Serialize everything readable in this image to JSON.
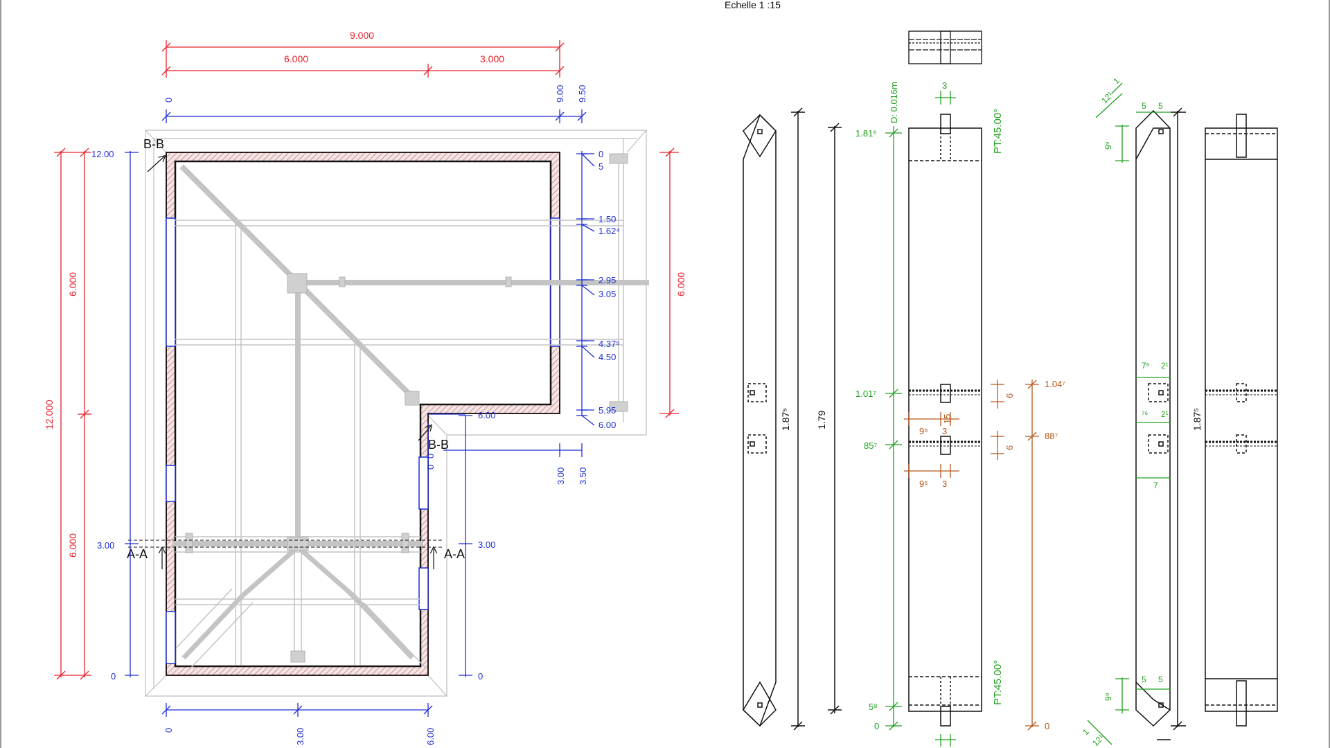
{
  "scale_label": "Echelle 1 :15",
  "colors": {
    "red": "#e8202a",
    "blue": "#1f2fd6",
    "green": "#1fa11f",
    "brown": "#b5571a",
    "grey": "#b8b8b8",
    "hatch": "#c0392b",
    "black": "#111111"
  },
  "plan": {
    "top_dims": {
      "overall": "9.000",
      "part_a": "6.000",
      "part_b": "3.000"
    },
    "top_ticks": [
      "0",
      "9.00",
      "9.50"
    ],
    "left_red": {
      "overall": "12.000",
      "upper": "6.000",
      "lower": "6.000"
    },
    "left_blue": {
      "top": "12.00",
      "mid": "3.00",
      "bottom": "0"
    },
    "right_red": "6.000",
    "right_ticks": [
      "0",
      "5",
      "1.50",
      "1.62⁴",
      "2.95",
      "3.05",
      "4.37⁵",
      "4.50",
      "5.95",
      "6.00"
    ],
    "inner_dims": {
      "elbow": "6.00",
      "mid": "3.00",
      "bottom": "0"
    },
    "step_ticks": [
      "3.00",
      "3.50"
    ],
    "elbow_ticks": [
      "0",
      "0"
    ],
    "bottom_ticks": [
      "0",
      "3.00",
      "6.00"
    ],
    "section_labels": {
      "bb": "B-B",
      "aa": "A-A"
    }
  },
  "details": {
    "a": {
      "height": "1.87⁵",
      "height2": "1.79"
    },
    "b": {
      "dia": "D: 0.016m",
      "angle_top": "PT:45.00°",
      "angle_bottom": "PT:45.00°",
      "top_width": "3",
      "levels": [
        "1.81⁶",
        "1.01⁷",
        "85⁷",
        "5⁸",
        "0"
      ],
      "brown_levels": [
        "1.04⁷",
        "88⁷",
        "0"
      ],
      "brown_side": [
        "6",
        "6"
      ],
      "brown_bottom": [
        "9⁵",
        "3",
        "9⁵",
        "3",
        "15"
      ]
    },
    "c": {
      "top": [
        "12¹",
        "1",
        "5",
        "5",
        "9⁹"
      ],
      "mid": [
        "7⁶",
        "2¹",
        "⁷⁶",
        "2¹",
        "7"
      ],
      "bottom": [
        "9⁹",
        "5",
        "5",
        "1",
        "12¹"
      ],
      "height": "1.87⁵"
    }
  }
}
